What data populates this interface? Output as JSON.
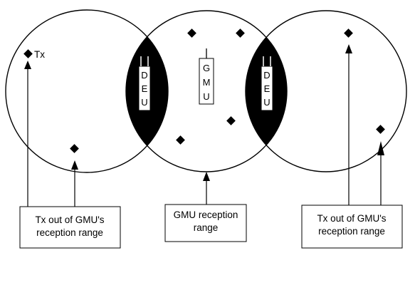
{
  "devices": {
    "deu_left_label": "DEU",
    "gmu_label": "GMU",
    "deu_right_label": "DEU"
  },
  "tx_label": "Tx",
  "callouts": {
    "left": {
      "line1": "Tx out of GMU's",
      "line2": "reception range"
    },
    "center": {
      "line1": "GMU reception",
      "line2": "range"
    },
    "right": {
      "line1": "Tx out of GMU's",
      "line2": "reception range"
    }
  }
}
